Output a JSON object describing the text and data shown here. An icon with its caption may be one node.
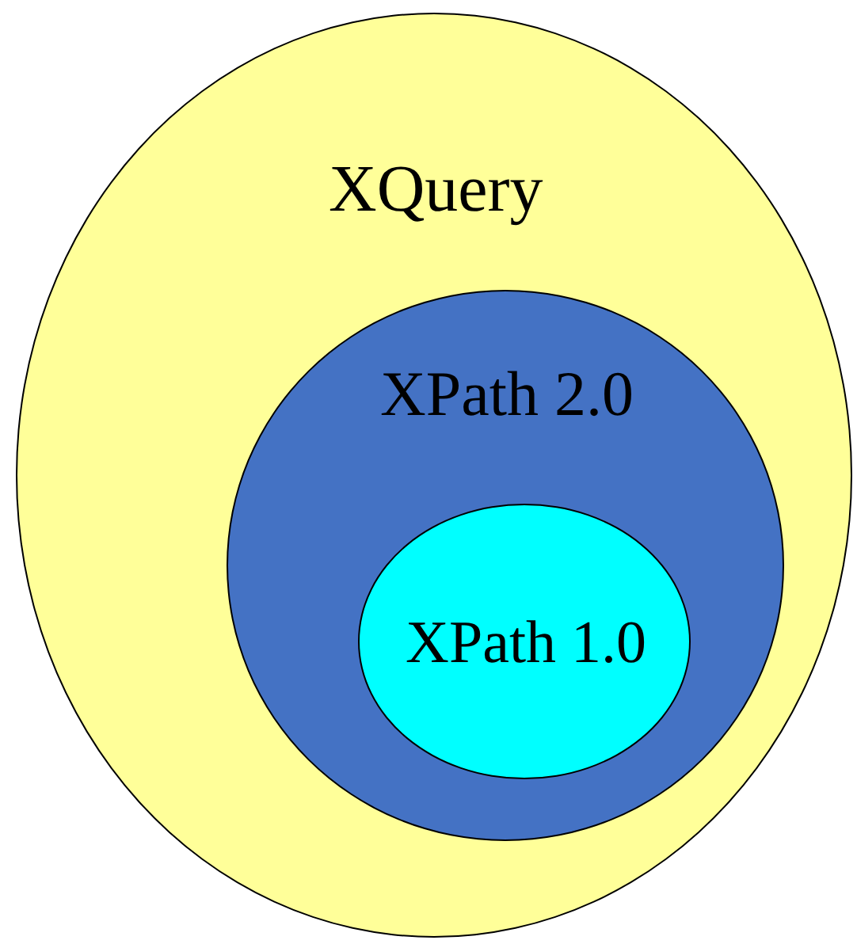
{
  "diagram": {
    "nodes": [
      {
        "text": [
          "XQuery"
        ]
      },
      {
        "text": [
          "XPath 2.0"
        ],
        "in": 0
      },
      {
        "text": [
          "XPath 1.0"
        ],
        "in": 1
      }
    ]
  }
}
